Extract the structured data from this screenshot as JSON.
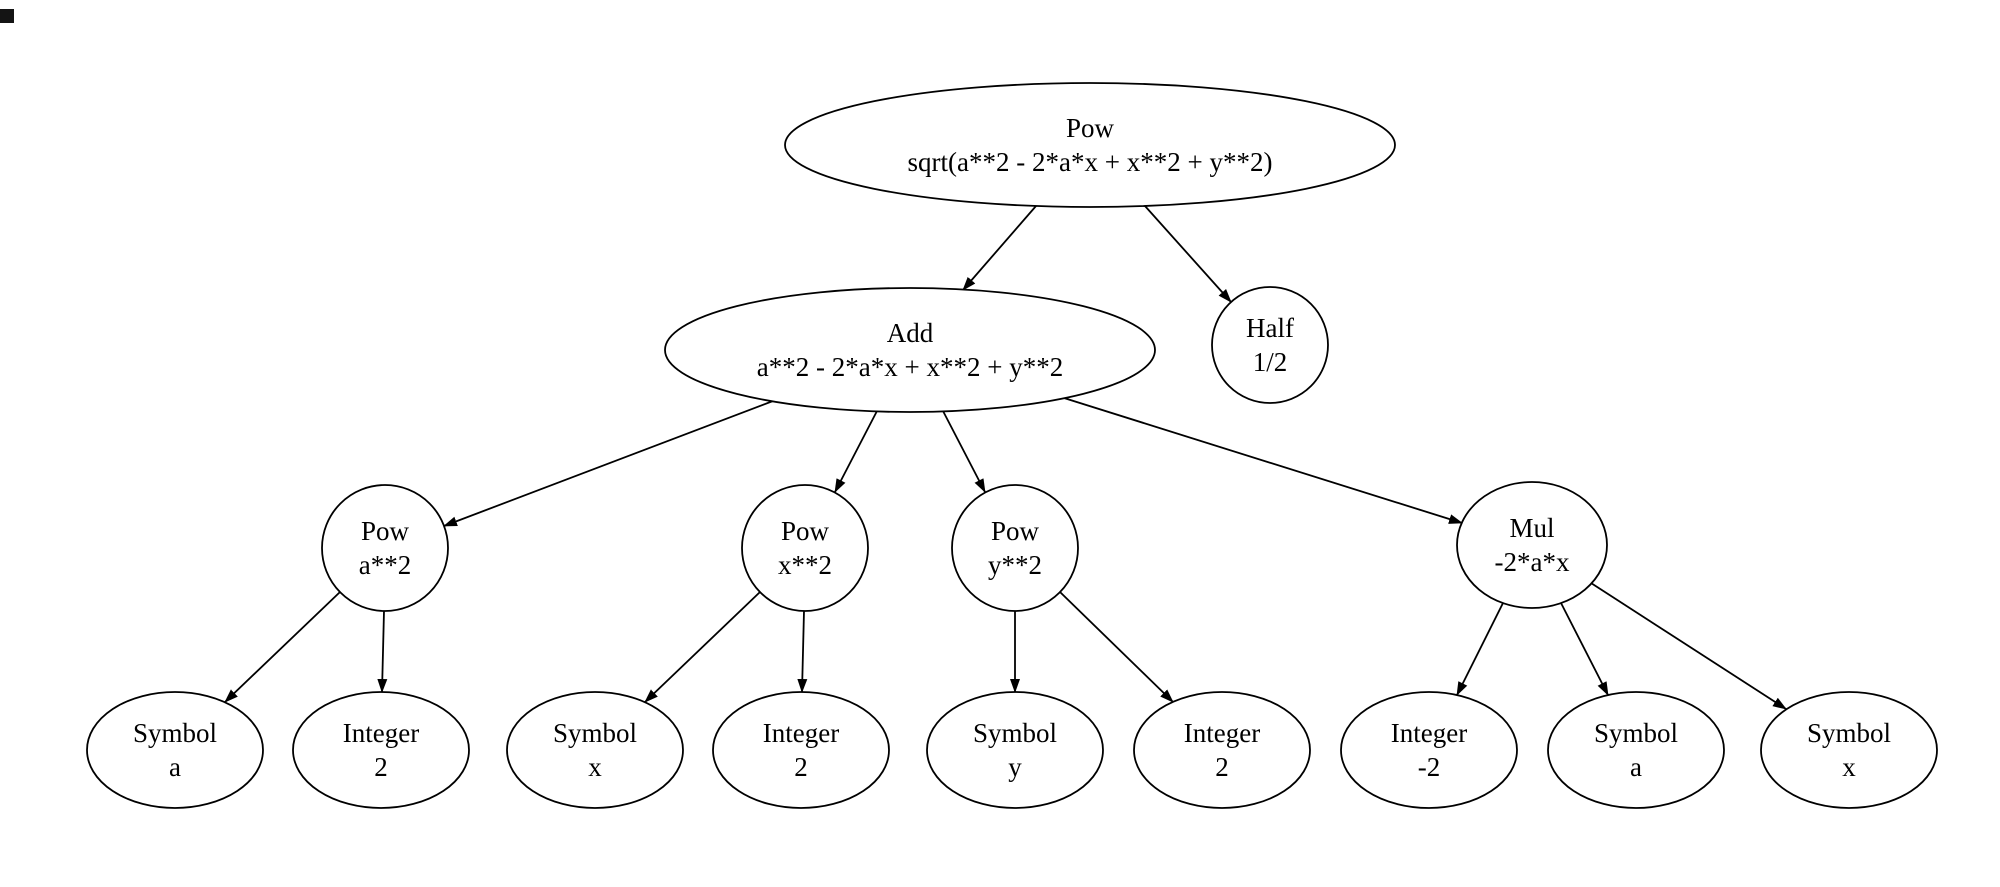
{
  "diagram": {
    "type": "expression-tree",
    "background_color": "#ffffff",
    "node_fill_color": "#ffffff",
    "node_stroke_color": "#000000",
    "text_color": "#000000",
    "nodes": {
      "root": {
        "line1": "Pow",
        "line2": "sqrt(a**2 - 2*a*x + x**2 + y**2)"
      },
      "add": {
        "line1": "Add",
        "line2": "a**2 - 2*a*x + x**2 + y**2"
      },
      "half": {
        "line1": "Half",
        "line2": "1/2"
      },
      "pow_a2": {
        "line1": "Pow",
        "line2": "a**2"
      },
      "pow_x2": {
        "line1": "Pow",
        "line2": "x**2"
      },
      "pow_y2": {
        "line1": "Pow",
        "line2": "y**2"
      },
      "mul": {
        "line1": "Mul",
        "line2": "-2*a*x"
      },
      "sym_a_1": {
        "line1": "Symbol",
        "line2": "a"
      },
      "int_2_1": {
        "line1": "Integer",
        "line2": "2"
      },
      "sym_x_1": {
        "line1": "Symbol",
        "line2": "x"
      },
      "int_2_2": {
        "line1": "Integer",
        "line2": "2"
      },
      "sym_y": {
        "line1": "Symbol",
        "line2": "y"
      },
      "int_2_3": {
        "line1": "Integer",
        "line2": "2"
      },
      "int_neg2": {
        "line1": "Integer",
        "line2": "-2"
      },
      "sym_a_2": {
        "line1": "Symbol",
        "line2": "a"
      },
      "sym_x_2": {
        "line1": "Symbol",
        "line2": "x"
      }
    },
    "edges": [
      [
        "root",
        "add"
      ],
      [
        "root",
        "half"
      ],
      [
        "add",
        "pow_a2"
      ],
      [
        "add",
        "pow_x2"
      ],
      [
        "add",
        "pow_y2"
      ],
      [
        "add",
        "mul"
      ],
      [
        "pow_a2",
        "sym_a_1"
      ],
      [
        "pow_a2",
        "int_2_1"
      ],
      [
        "pow_x2",
        "sym_x_1"
      ],
      [
        "pow_x2",
        "int_2_2"
      ],
      [
        "pow_y2",
        "sym_y"
      ],
      [
        "pow_y2",
        "int_2_3"
      ],
      [
        "mul",
        "int_neg2"
      ],
      [
        "mul",
        "sym_a_2"
      ],
      [
        "mul",
        "sym_x_2"
      ]
    ]
  }
}
